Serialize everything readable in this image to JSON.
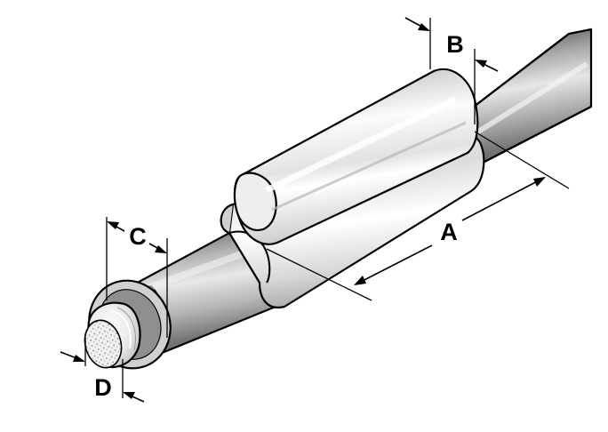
{
  "labels": {
    "a": "A",
    "b": "B",
    "c": "C",
    "d": "D"
  },
  "colors": {
    "background": "#ffffff",
    "cable_light": "#e4e4e4",
    "cable_mid": "#a9a9a9",
    "cable_dark": "#6e6e6e",
    "sleeve_light": "#fafafa",
    "sleeve_mid": "#d6d6d6",
    "sleeve_dark": "#9a9a9a",
    "line": "#000000"
  }
}
